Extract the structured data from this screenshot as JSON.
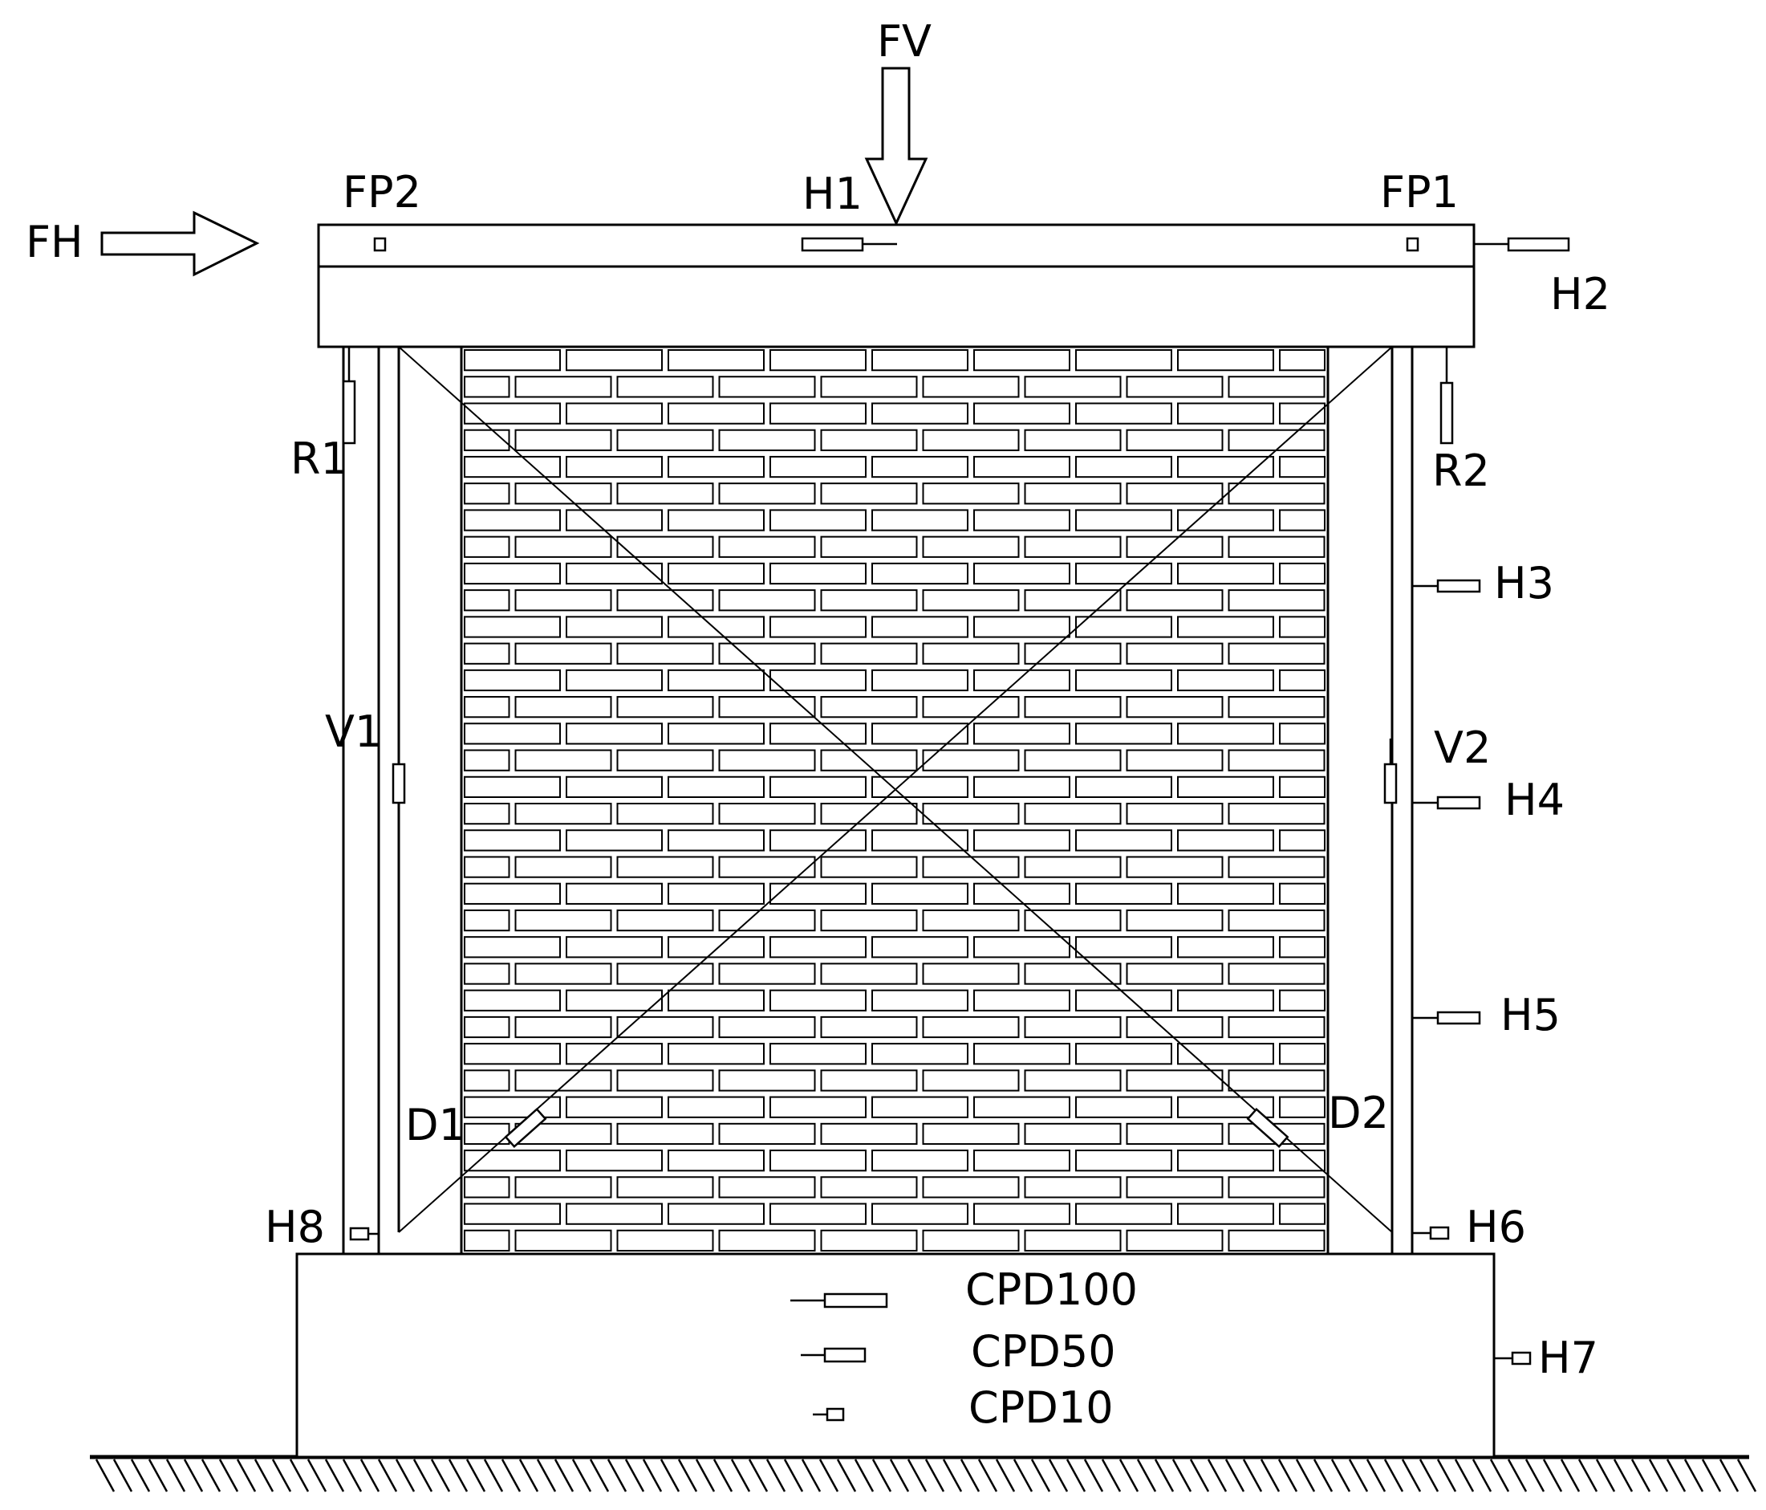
{
  "labels": {
    "fv": "FV",
    "fh": "FH",
    "fp1": "FP1",
    "fp2": "FP2",
    "h1": "H1",
    "h2": "H2",
    "h3": "H3",
    "h4": "H4",
    "h5": "H5",
    "h6": "H6",
    "h7": "H7",
    "h8": "H8",
    "r1": "R1",
    "r2": "R2",
    "v1": "V1",
    "v2": "V2",
    "d1": "D1",
    "d2": "D2"
  },
  "legend": [
    {
      "label": "CPD100"
    },
    {
      "label": "CPD50"
    },
    {
      "label": "CPD10"
    }
  ],
  "colors": {
    "line": "#000000",
    "background": "#ffffff"
  }
}
